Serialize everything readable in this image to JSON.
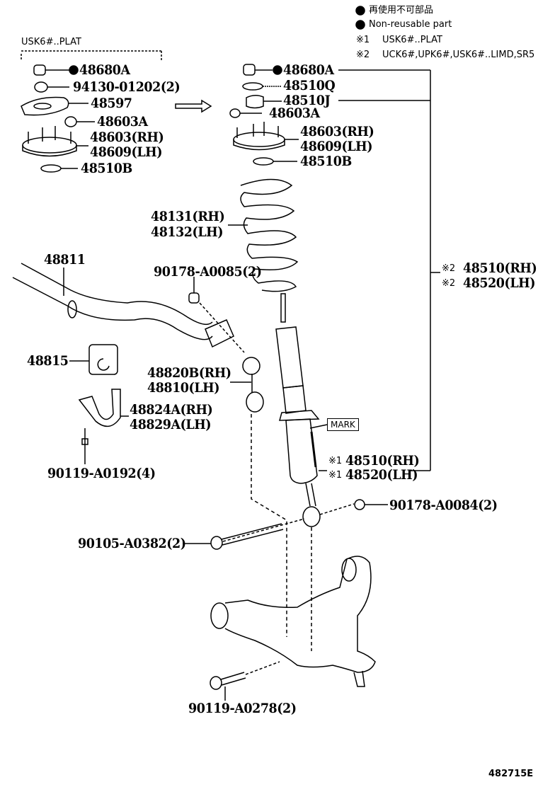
{
  "legend": {
    "reusable_jp": "再使用不可部品",
    "reusable_en": "Non-reusable part",
    "note1_mark": "※1",
    "note1_text": "USK6#..PLAT",
    "note2_mark": "※2",
    "note2_text": "UCK6#,UPK6#,USK6#..LIMD,SR5"
  },
  "group_label": "USK6#..PLAT",
  "left_group": {
    "p1": "48680A",
    "p2": "94130-01202(2)",
    "p3": "48597",
    "p4": "48603A",
    "p5a": "48603(RH)",
    "p5b": "48609(LH)",
    "p6": "48510B"
  },
  "right_group": {
    "p1": "48680A",
    "p2": "48510Q",
    "p3": "48510J",
    "p4": "48603A",
    "p5a": "48603(RH)",
    "p5b": "48609(LH)",
    "p6": "48510B"
  },
  "spring": {
    "rh": "48131(RH)",
    "lh": "48132(LH)"
  },
  "assembly2": {
    "mark": "※2",
    "rh": "48510(RH)",
    "lh": "48520(LH)"
  },
  "assembly1": {
    "mark": "※1",
    "rh": "48510(RH)",
    "lh": "48520(LH)"
  },
  "stabilizer": {
    "bar": "48811",
    "nut_top": "90178-A0085(2)",
    "bushing": "48815",
    "link_rh": "48820B(RH)",
    "link_lh": "48810(LH)",
    "bracket_rh": "48824A(RH)",
    "bracket_lh": "48829A(LH)",
    "bolt": "90119-A0192(4)"
  },
  "mark_label": "MARK",
  "lower": {
    "nut": "90178-A0084(2)",
    "bolt_long": "90105-A0382(2)",
    "bolt_arm": "90119-A0278(2)"
  },
  "figure_id": "482715E"
}
